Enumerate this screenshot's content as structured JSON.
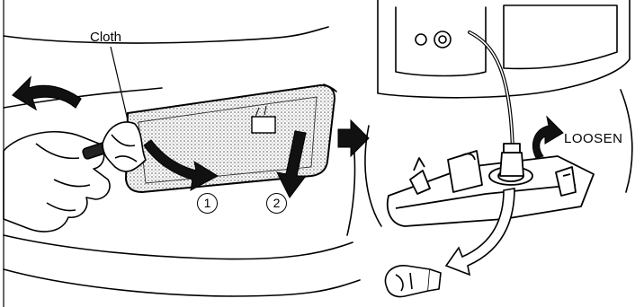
{
  "labels": {
    "cloth": "Cloth",
    "loosen": "LOOSEN",
    "step_1": "1",
    "step_2": "2"
  },
  "colors": {
    "line": "#000000",
    "arrow_fill": "#111111",
    "background": "#ffffff"
  }
}
